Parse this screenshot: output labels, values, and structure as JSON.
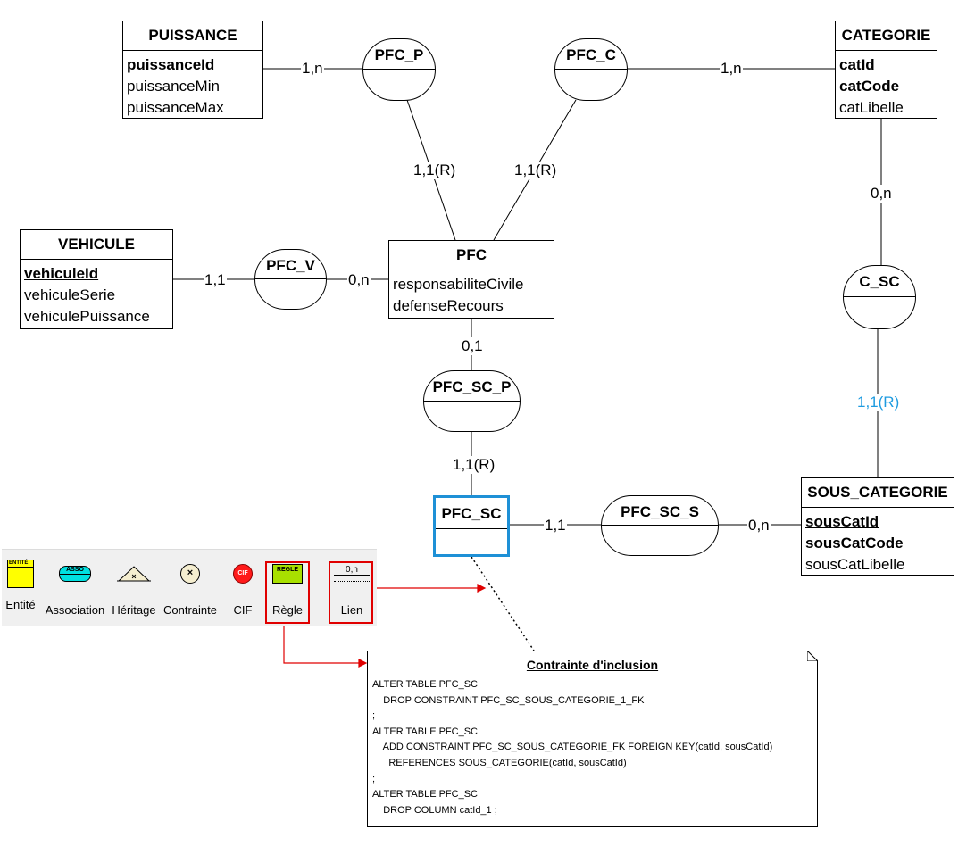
{
  "entities": {
    "puissance": {
      "name": "PUISSANCE",
      "attrs": [
        "puissanceId",
        "puissanceMin",
        "puissanceMax"
      ]
    },
    "categorie": {
      "name": "CATEGORIE",
      "attrs": [
        "catId",
        "catCode",
        "catLibelle"
      ]
    },
    "vehicule": {
      "name": "VEHICULE",
      "attrs": [
        "vehiculeId",
        "vehiculeSerie",
        "vehiculePuissance"
      ]
    },
    "pfc": {
      "name": "PFC",
      "attrs": [
        "responsabiliteCivile",
        "defenseRecours"
      ]
    },
    "pfc_sc": {
      "name": "PFC_SC"
    },
    "sous_categorie": {
      "name": "SOUS_CATEGORIE",
      "attrs": [
        "sousCatId",
        "sousCatCode",
        "sousCatLibelle"
      ]
    }
  },
  "associations": {
    "pfc_p": "PFC_P",
    "pfc_c": "PFC_C",
    "pfc_v": "PFC_V",
    "c_sc": "C_SC",
    "pfc_sc_p": "PFC_SC_P",
    "pfc_sc_s": "PFC_SC_S"
  },
  "cardinalities": {
    "puissance_pfc_p": "1,n",
    "categorie_pfc_c": "1,n",
    "pfc_p_pfc": "1,1(R)",
    "pfc_c_pfc": "1,1(R)",
    "vehicule_pfc_v": "1,1",
    "pfc_pfc_v": "0,n",
    "categorie_c_sc": "0,n",
    "sous_categorie_c_sc": "1,1(R)",
    "pfc_pfc_sc_p": "0,1",
    "pfc_sc_pfc_sc_p": "1,1(R)",
    "pfc_sc_pfc_sc_s": "1,1",
    "sous_categorie_pfc_sc_s": "0,n"
  },
  "toolbar": [
    {
      "icon": "entity-icon",
      "label": "Entité",
      "icon_text": "ENTITÉ"
    },
    {
      "icon": "association-icon",
      "label": "Association",
      "icon_text": "ASSO"
    },
    {
      "icon": "heritage-icon",
      "label": "Héritage"
    },
    {
      "icon": "constraint-icon",
      "label": "Contrainte"
    },
    {
      "icon": "cif-icon",
      "label": "CIF",
      "icon_text": "CIF"
    },
    {
      "icon": "rule-icon",
      "label": "Règle",
      "icon_text": "REGLE"
    },
    {
      "icon": "link-icon",
      "label": "Lien",
      "icon_text": "0,n"
    }
  ],
  "note": {
    "title": "Contrainte d'inclusion",
    "lines": [
      "ALTER TABLE PFC_SC",
      "    DROP CONSTRAINT PFC_SC_SOUS_CATEGORIE_1_FK",
      ";",
      "ALTER TABLE PFC_SC",
      "    ADD CONSTRAINT PFC_SC_SOUS_CATEGORIE_FK FOREIGN KEY(catId, sousCatId)",
      "      REFERENCES SOUS_CATEGORIE(catId, sousCatId)",
      ";",
      "ALTER TABLE PFC_SC",
      "    DROP COLUMN catId_1 ;"
    ]
  },
  "colors": {
    "highlight_blue": "#1e90d6",
    "cardinality_blue": "#1e9be0",
    "annotation_red": "#e00000"
  }
}
